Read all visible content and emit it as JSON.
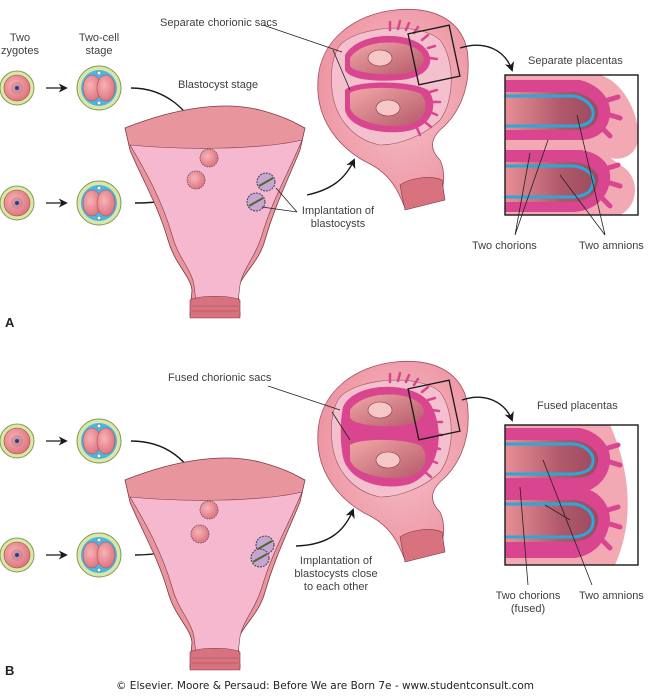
{
  "panels": [
    {
      "letter": "A",
      "zygotes_label": "Two zygotes",
      "zygotes_label_line1": "Two",
      "zygotes_label_line2": "zygotes",
      "two_cell_label_line1": "Two-cell",
      "two_cell_label_line2": "stage",
      "blastocyst_label": "Blastocyst stage",
      "chorionic_label": "Separate chorionic sacs",
      "implantation_label_line1": "Implantation of",
      "implantation_label_line2": "blastocysts",
      "placenta_title": "Separate placentas",
      "chorions_label_line1": "Two chorions",
      "amnions_label": "Two amnions"
    },
    {
      "letter": "B",
      "chorionic_label": "Fused chorionic sacs",
      "implantation_label_line1": "Implantation of",
      "implantation_label_line2": "blastocysts close",
      "implantation_label_line3": "to each other",
      "placenta_title": "Fused placentas",
      "chorions_label_line1": "Two chorions",
      "chorions_label_line2": "(fused)",
      "amnions_label": "Two amnions"
    }
  ],
  "footer": "© Elsevier. Moore & Persaud: Before We are Born 7e - www.studentconsult.com",
  "colors": {
    "uterus_outer": "#e9959e",
    "uterus_inner": "#f6b8cf",
    "chorion": "#d9468f",
    "amnion": "#2aa8dc",
    "zona": "#c9e09a",
    "cell": "#ec8c93",
    "fluid": "#49b6e3",
    "ink": "#222222"
  }
}
